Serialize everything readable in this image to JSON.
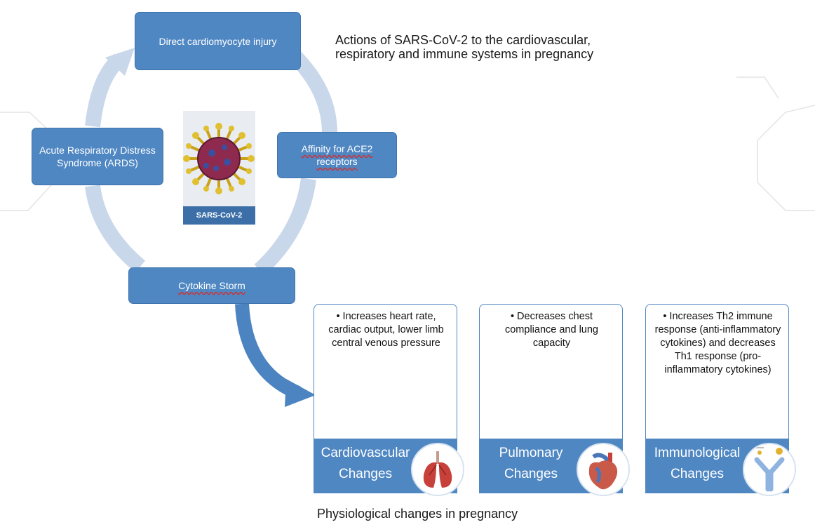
{
  "diagram": {
    "title": "Actions of SARS-CoV-2 to the cardiovascular, respiratory and immune systems in pregnancy",
    "cycle_nodes": [
      {
        "id": "direct-injury",
        "label": "Direct cardiomyocyte injury"
      },
      {
        "id": "ace2",
        "label": "Affinity for ACE2 receptors"
      },
      {
        "id": "cytokine",
        "label": "Cytokine Storm"
      },
      {
        "id": "ards",
        "label": "Acute Respiratory Distress Syndrome (ARDS)"
      }
    ],
    "virus_label": "SARS-CoV-2",
    "cards": [
      {
        "text": "• Increases heart rate, cardiac output, lower limb central venous pressure",
        "footer": "Cardiovascular Changes",
        "icon": "lungs-icon"
      },
      {
        "text": "• Decreases chest compliance and lung capacity",
        "footer": "Pulmonary Changes",
        "icon": "heart-icon"
      },
      {
        "text": "• Increases Th2 immune response (anti-inflammatory cytokines) and decreases Th1 response (pro-inflammatory cytokines)",
        "footer": "Immunological Changes",
        "icon": "antibody-icon"
      }
    ],
    "bottom_caption": "Physiological changes in pregnancy"
  },
  "colors": {
    "node_fill": "#4f87c3",
    "cycle_arc": "#c9d7ea",
    "arrow": "#4b84c1"
  }
}
